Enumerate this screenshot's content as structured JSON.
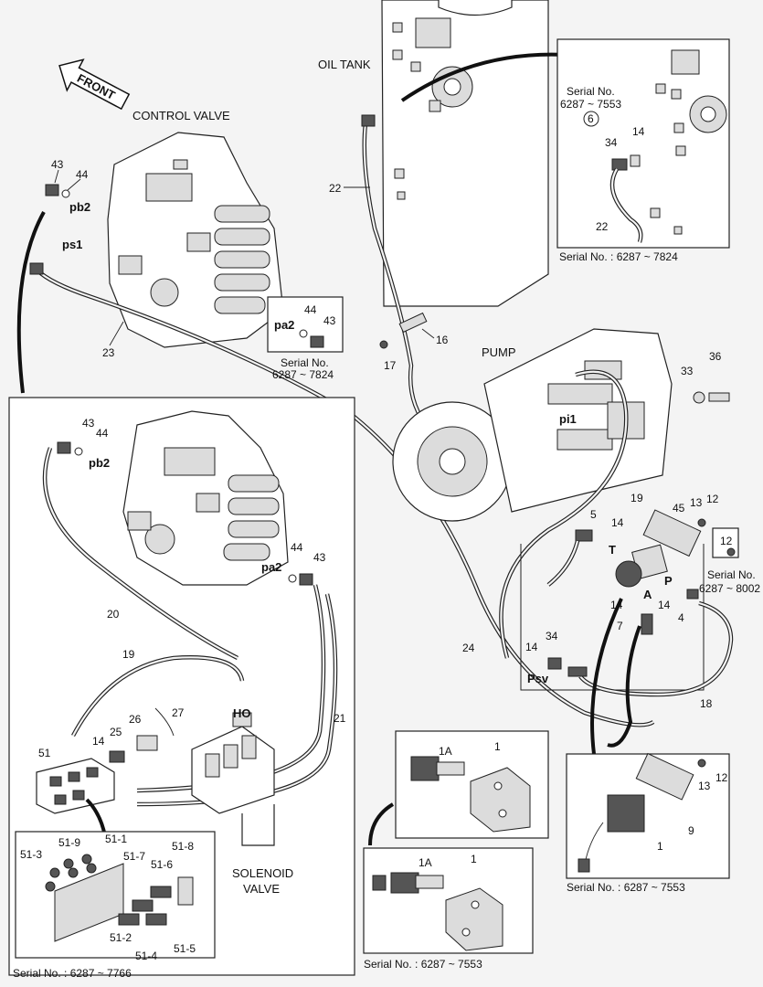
{
  "labels": {
    "oil_tank": "OIL TANK",
    "front": "FRONT",
    "control_valve": "CONTROL VALVE",
    "pump": "PUMP",
    "solenoid_valve_1": "SOLENOID",
    "solenoid_valve_2": "VALVE"
  },
  "ports": {
    "pb2_top": "pb2",
    "ps1": "ps1",
    "pa2_top": "pa2",
    "pb2_inset": "pb2",
    "pa2_inset": "pa2",
    "pi1": "pi1",
    "ho": "HO",
    "t": "T",
    "a": "A",
    "p": "P",
    "psv": "Psv"
  },
  "callouts": {
    "c43_top": "43",
    "c44_top": "44",
    "c44_box": "44",
    "c43_box": "43",
    "c23": "23",
    "c22": "22",
    "c16": "16",
    "c17": "17",
    "c6": "6",
    "c34_sn": "34",
    "c14_sn": "14",
    "c22_sn": "22",
    "c36": "36",
    "c33": "33",
    "c9": "9",
    "c45": "45",
    "c13": "13",
    "c12": "12",
    "c12_sn": "12",
    "c5": "5",
    "c14_a": "14",
    "c1": "1",
    "c14_b": "14",
    "c14_c": "14",
    "c4": "4",
    "c7": "7",
    "c34_b": "34",
    "c14_d": "14",
    "c24": "24",
    "c18": "18",
    "c43_in": "43",
    "c44_in": "44",
    "c44_in2": "44",
    "c43_in2": "43",
    "c20": "20",
    "c19": "19",
    "c21": "21",
    "c26": "26",
    "c27": "27",
    "c25": "25",
    "c14_e": "14",
    "c51": "51",
    "c51_9": "51-9",
    "c51_1": "51-1",
    "c51_8": "51-8",
    "c51_3": "51-3",
    "c51_7": "51-7",
    "c51_6": "51-6",
    "c51_2": "51-2",
    "c51_4": "51-4",
    "c51_5": "51-5",
    "c1a_1": "1A",
    "c1_1": "1",
    "c1a_2": "1A",
    "c1_2": "1",
    "c13_sv": "13",
    "c12_sv": "12",
    "c9_sv": "9",
    "c1_sv": "1"
  },
  "serials": {
    "sn_top_label": "Serial No.",
    "sn_top_range": "6287 ~ 7553",
    "sn_top_bottom": "Serial No. : 6287 ~ 7824",
    "sn_box_label": "Serial No.",
    "sn_box_range": "6287 ~ 7824",
    "sn_right_label": "Serial No.",
    "sn_right_range": "6287 ~ 8002",
    "sn_inset": "Serial No. : 6287 ~ 7766",
    "sn_sv1": "Serial No. : 6287 ~ 7553",
    "sn_sv2": "Serial No. : 6287 ~ 7553"
  }
}
